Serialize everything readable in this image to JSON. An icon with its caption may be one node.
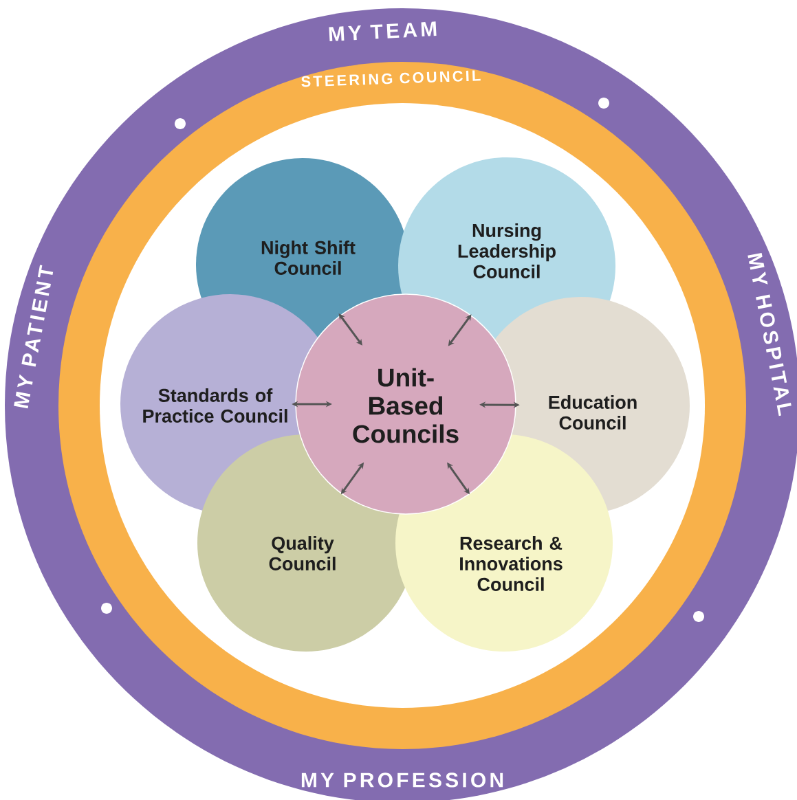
{
  "diagram": {
    "nodes": [
      {
        "text": [
          "MY TEAM",
          "MY HOSPITAL",
          "MY PROFESSION",
          "MY PATIENT"
        ]
      },
      {
        "text": [
          "STEERING COUNCIL"
        ],
        "in": 0
      },
      {
        "text": [
          "Night Shift Council"
        ],
        "in": 1
      },
      {
        "text": [
          "Nursing Leadership Council"
        ],
        "in": 1
      },
      {
        "text": [
          "Standards of Practice Council"
        ],
        "in": 1
      },
      {
        "text": [
          "Unit-Based Councils"
        ],
        "in": 1
      },
      {
        "text": [
          "Education Council"
        ],
        "in": 1
      },
      {
        "text": [
          "Quality Council"
        ],
        "in": 1
      },
      {
        "text": [
          "Research & Innovations Council"
        ],
        "in": 1
      }
    ],
    "edges": [
      {
        "from": 5,
        "to": 2,
        "arrow": "both"
      },
      {
        "from": 5,
        "to": 3,
        "arrow": "both"
      },
      {
        "from": 5,
        "to": 4,
        "arrow": "both"
      },
      {
        "from": 5,
        "to": 6,
        "arrow": "both"
      },
      {
        "from": 5,
        "to": 7,
        "arrow": "both"
      },
      {
        "from": 5,
        "to": 8,
        "arrow": "both"
      }
    ]
  }
}
